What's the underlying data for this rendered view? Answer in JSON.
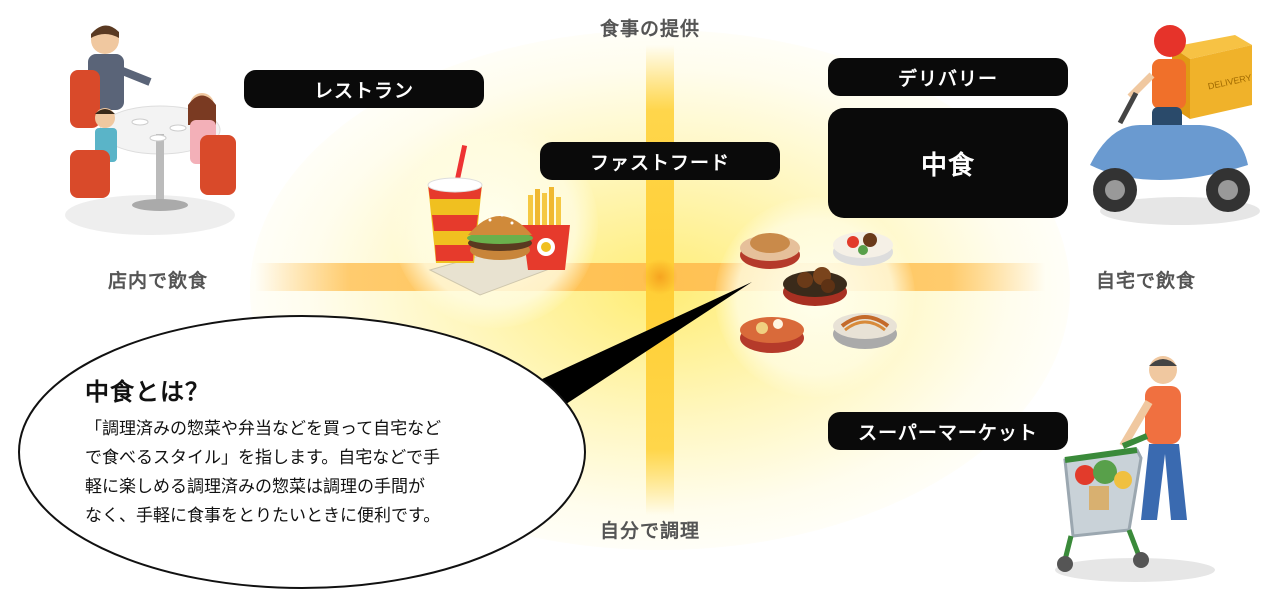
{
  "axes": {
    "top": "食事の提供",
    "bottom": "自分で調理",
    "left": "店内で飲食",
    "right": "自宅で飲食"
  },
  "labels": {
    "restaurant": "レストラン",
    "fastfood": "ファストフード",
    "delivery": "デリバリー",
    "nakashoku": "中食",
    "supermarket": "スーパーマーケット"
  },
  "callout": {
    "title": "中食とは？",
    "lines": [
      "「調理済みの惣菜や弁当などを買って自宅など",
      "で食べるスタイル」を指します。自宅などで手",
      "軽に楽しめる調理済みの惣菜は調理の手間が",
      "なく、手軽に食事をとりたいときに便利です。"
    ]
  },
  "illustration_text": {
    "delivery_box": "DELIVERY"
  },
  "colors": {
    "pill_bg": "#0a0a0a",
    "pill_text": "#ffffff",
    "axis_text": "#555555",
    "glow": "#ffec6e",
    "bar_horizontal": "#ffbe50",
    "bar_vertical": "#ffd23c"
  }
}
